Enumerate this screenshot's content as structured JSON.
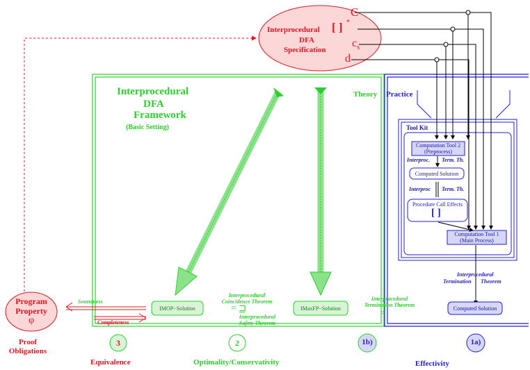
{
  "spec": {
    "line1": "Interprocedural",
    "line2": "DFA",
    "line3": "Specification",
    "bracket": "[ ]",
    "star": "*",
    "C": "C",
    "cs_main": "c",
    "cs_sub": "s",
    "d": "d"
  },
  "framework": {
    "title1": "Interprocedural",
    "title2": "DFA",
    "title3": "Framework",
    "subtitle": "(Basic Setting)",
    "theory": "Theory",
    "practice": "Practice"
  },
  "toolkit": {
    "title": "Tool Kit",
    "ct2_line1": "Computation Tool 2",
    "ct2_line2": "(Preprocess)",
    "interproc1": "Interproc.",
    "termth1": "Term. Th.",
    "computed": "Computed Solution",
    "interproc2": "Interproc",
    "termth2": "Term. Th.",
    "pce": "Procedure Call Effects",
    "pce_bracket": "[ ]",
    "ct1_line1": "Computation Tool  1",
    "ct1_line2": "(Main Process)"
  },
  "bottom": {
    "program1": "Program",
    "program2": "Property",
    "phi": "φ",
    "soundness": "Soundness",
    "completeness": "Completeness",
    "imop": "IMOP−Solution",
    "coincidence1": "Interprocedural",
    "coincidence2": "Coincidence Theorem",
    "safety1": "Interprocedural",
    "safety2": "Safety Theorem",
    "imaxfp": "IMaxFP−Solution",
    "termination1": "Interprocedural",
    "termination2": "Termination Theorem",
    "practice_term1": "Interprocedural",
    "practice_term2": "Termination",
    "practice_term3": "Theorem",
    "computed_solution": "Computed Solution",
    "eq_symbol": "=",
    "sqsupeq_symbol": "⊒"
  },
  "footer": {
    "proof1": "Proof",
    "proof2": "Obligations",
    "n3": "3",
    "equivalence": "Equivalence",
    "n2": "2",
    "optimality": "Optimality/Conservativity",
    "n1b": "1b)",
    "n1a": "1a)",
    "effectivity": "Effectivity"
  }
}
